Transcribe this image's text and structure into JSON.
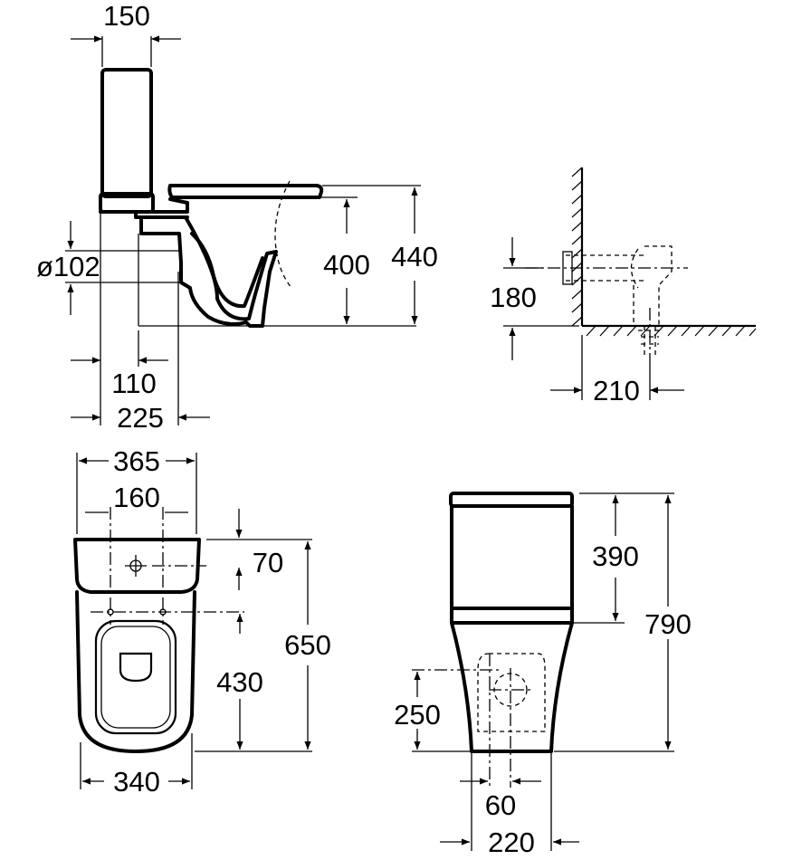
{
  "dimensions": {
    "side_tank_width": "150",
    "side_outlet_diameter": "ø102",
    "side_bowl_height": "400",
    "side_total_height": "440",
    "side_outlet_offset": "110",
    "side_depth": "225",
    "outlet_height": "180",
    "outlet_distance": "210",
    "top_width": "365",
    "top_fixing_spacing": "160",
    "top_fixing_offset": "70",
    "top_length": "650",
    "top_fixing_to_front": "430",
    "top_base_width": "340",
    "front_tank_height": "390",
    "front_total_height": "790",
    "front_outlet_height": "250",
    "front_fixing_width": "60",
    "front_base_width": "220"
  },
  "colors": {
    "ink": "#000000",
    "paper": "#ffffff"
  }
}
